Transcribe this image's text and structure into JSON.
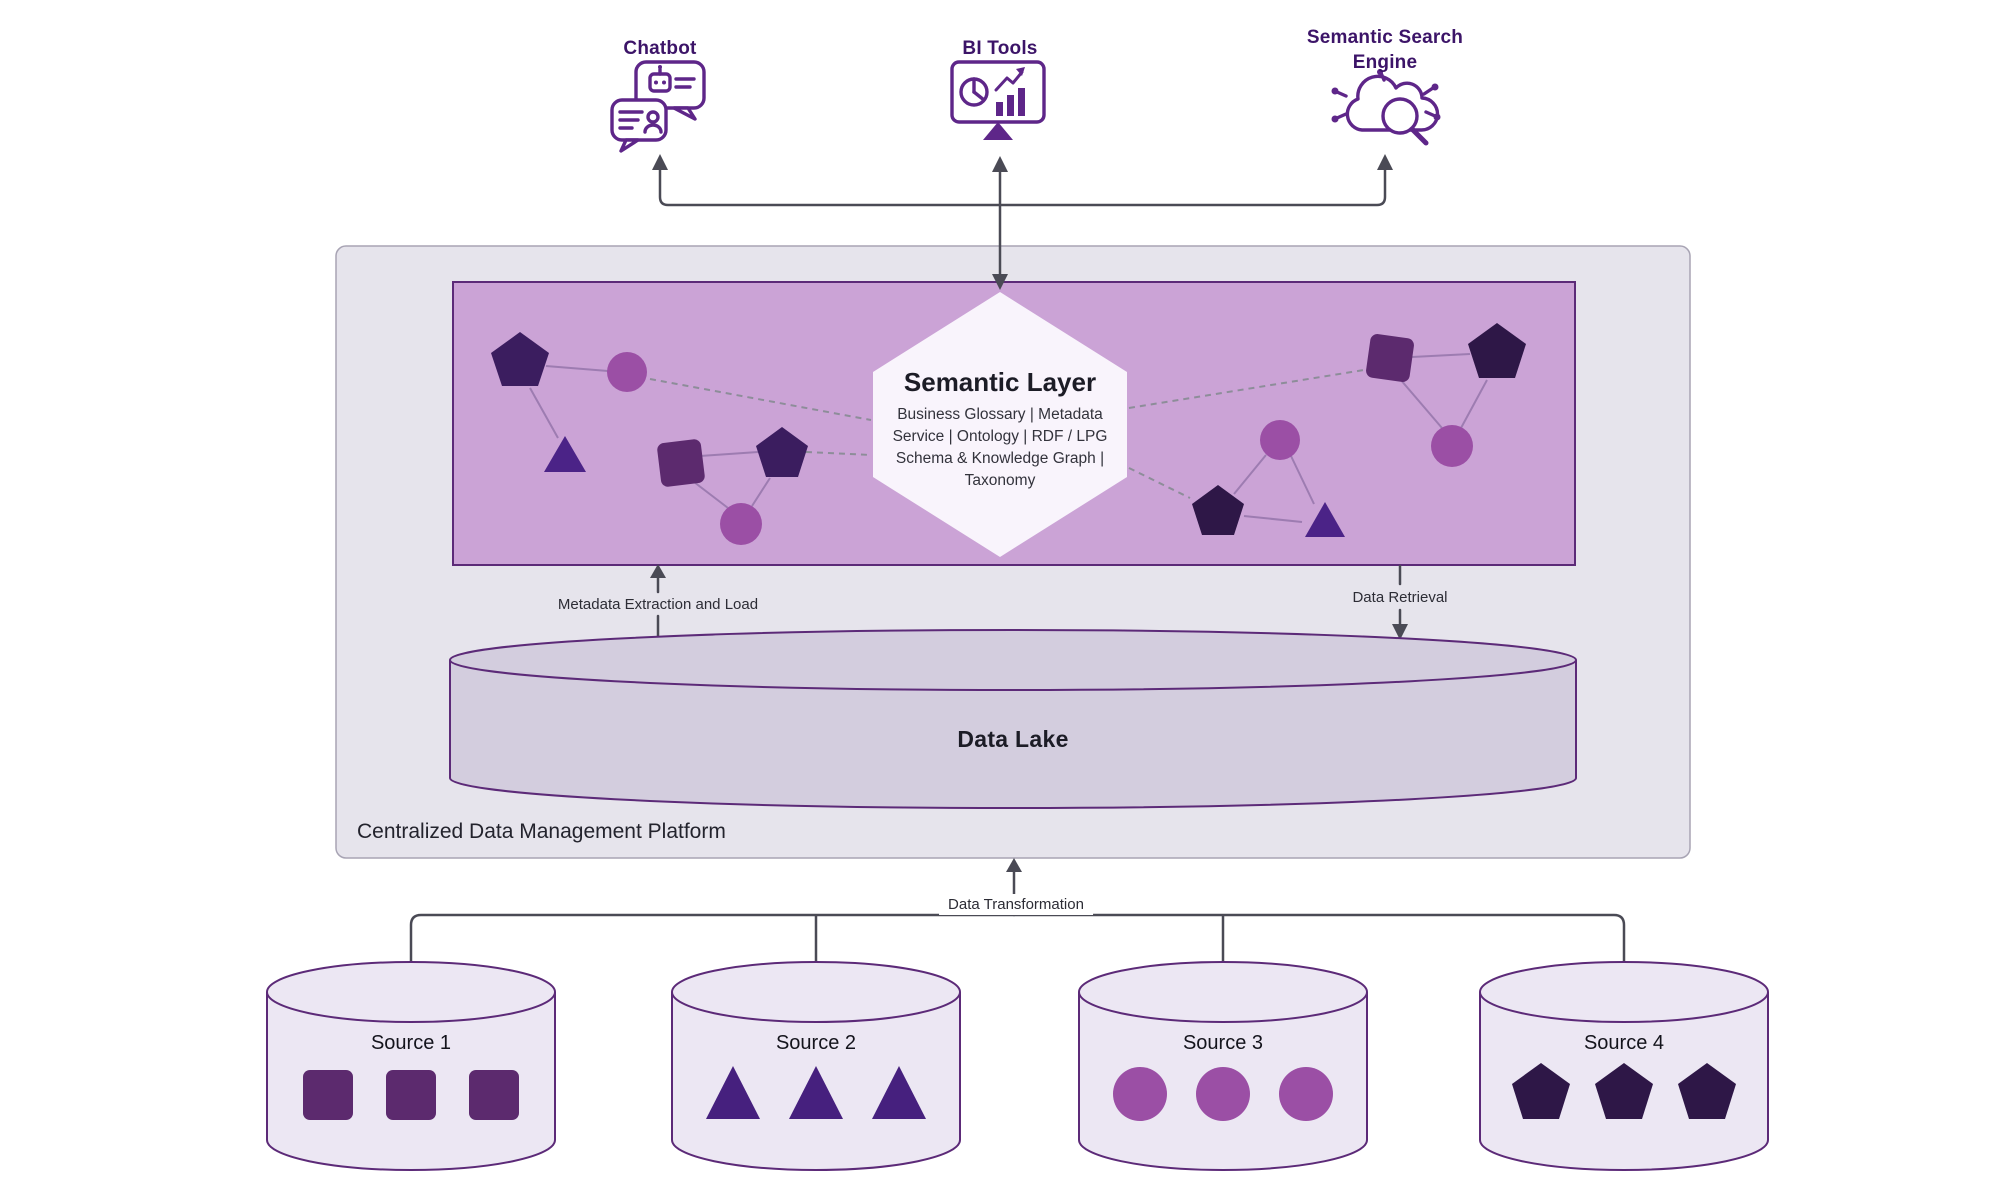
{
  "apps": [
    {
      "label": "Chatbot",
      "icon": "chatbot-icon"
    },
    {
      "label": "BI Tools",
      "icon": "bi-tools-icon"
    },
    {
      "label": "Semantic Search Engine",
      "icon": "semantic-search-icon"
    }
  ],
  "platform": {
    "label": "Centralized Data Management Platform",
    "semantic_layer": {
      "title": "Semantic Layer",
      "subtitle": "Business Glossary | Metadata Service | Ontology | RDF / LPG Schema & Knowledge Graph | Taxonomy"
    },
    "data_lake": {
      "label": "Data Lake"
    }
  },
  "flows": {
    "metadata": "Metadata Extraction and Load",
    "retrieval": "Data Retrieval",
    "transformation": "Data Transformation"
  },
  "sources": [
    {
      "label": "Source 1",
      "shape": "square"
    },
    {
      "label": "Source 2",
      "shape": "triangle"
    },
    {
      "label": "Source 3",
      "shape": "circle"
    },
    {
      "label": "Source 4",
      "shape": "pentagon"
    }
  ],
  "colors": {
    "heading_text": "#3c1468",
    "icon_stroke": "#5e2689",
    "connector": "#4a4a55",
    "platform_fill": "#e6e4ec",
    "platform_border": "#a8a4b4",
    "semantic_fill": "#cba3d6",
    "semantic_border": "#5c2a78",
    "hexagon_fill": "#f9f4fc",
    "data_lake_fill": "#d3cdde",
    "source_fill": "#ece7f3",
    "shape_pentagon_dark": "#2e1747",
    "shape_pentagon_plum": "#3b1d5f",
    "shape_square": "#5c2a6e",
    "shape_circle": "#9b4fa5",
    "shape_triangle": "#4b2387"
  }
}
